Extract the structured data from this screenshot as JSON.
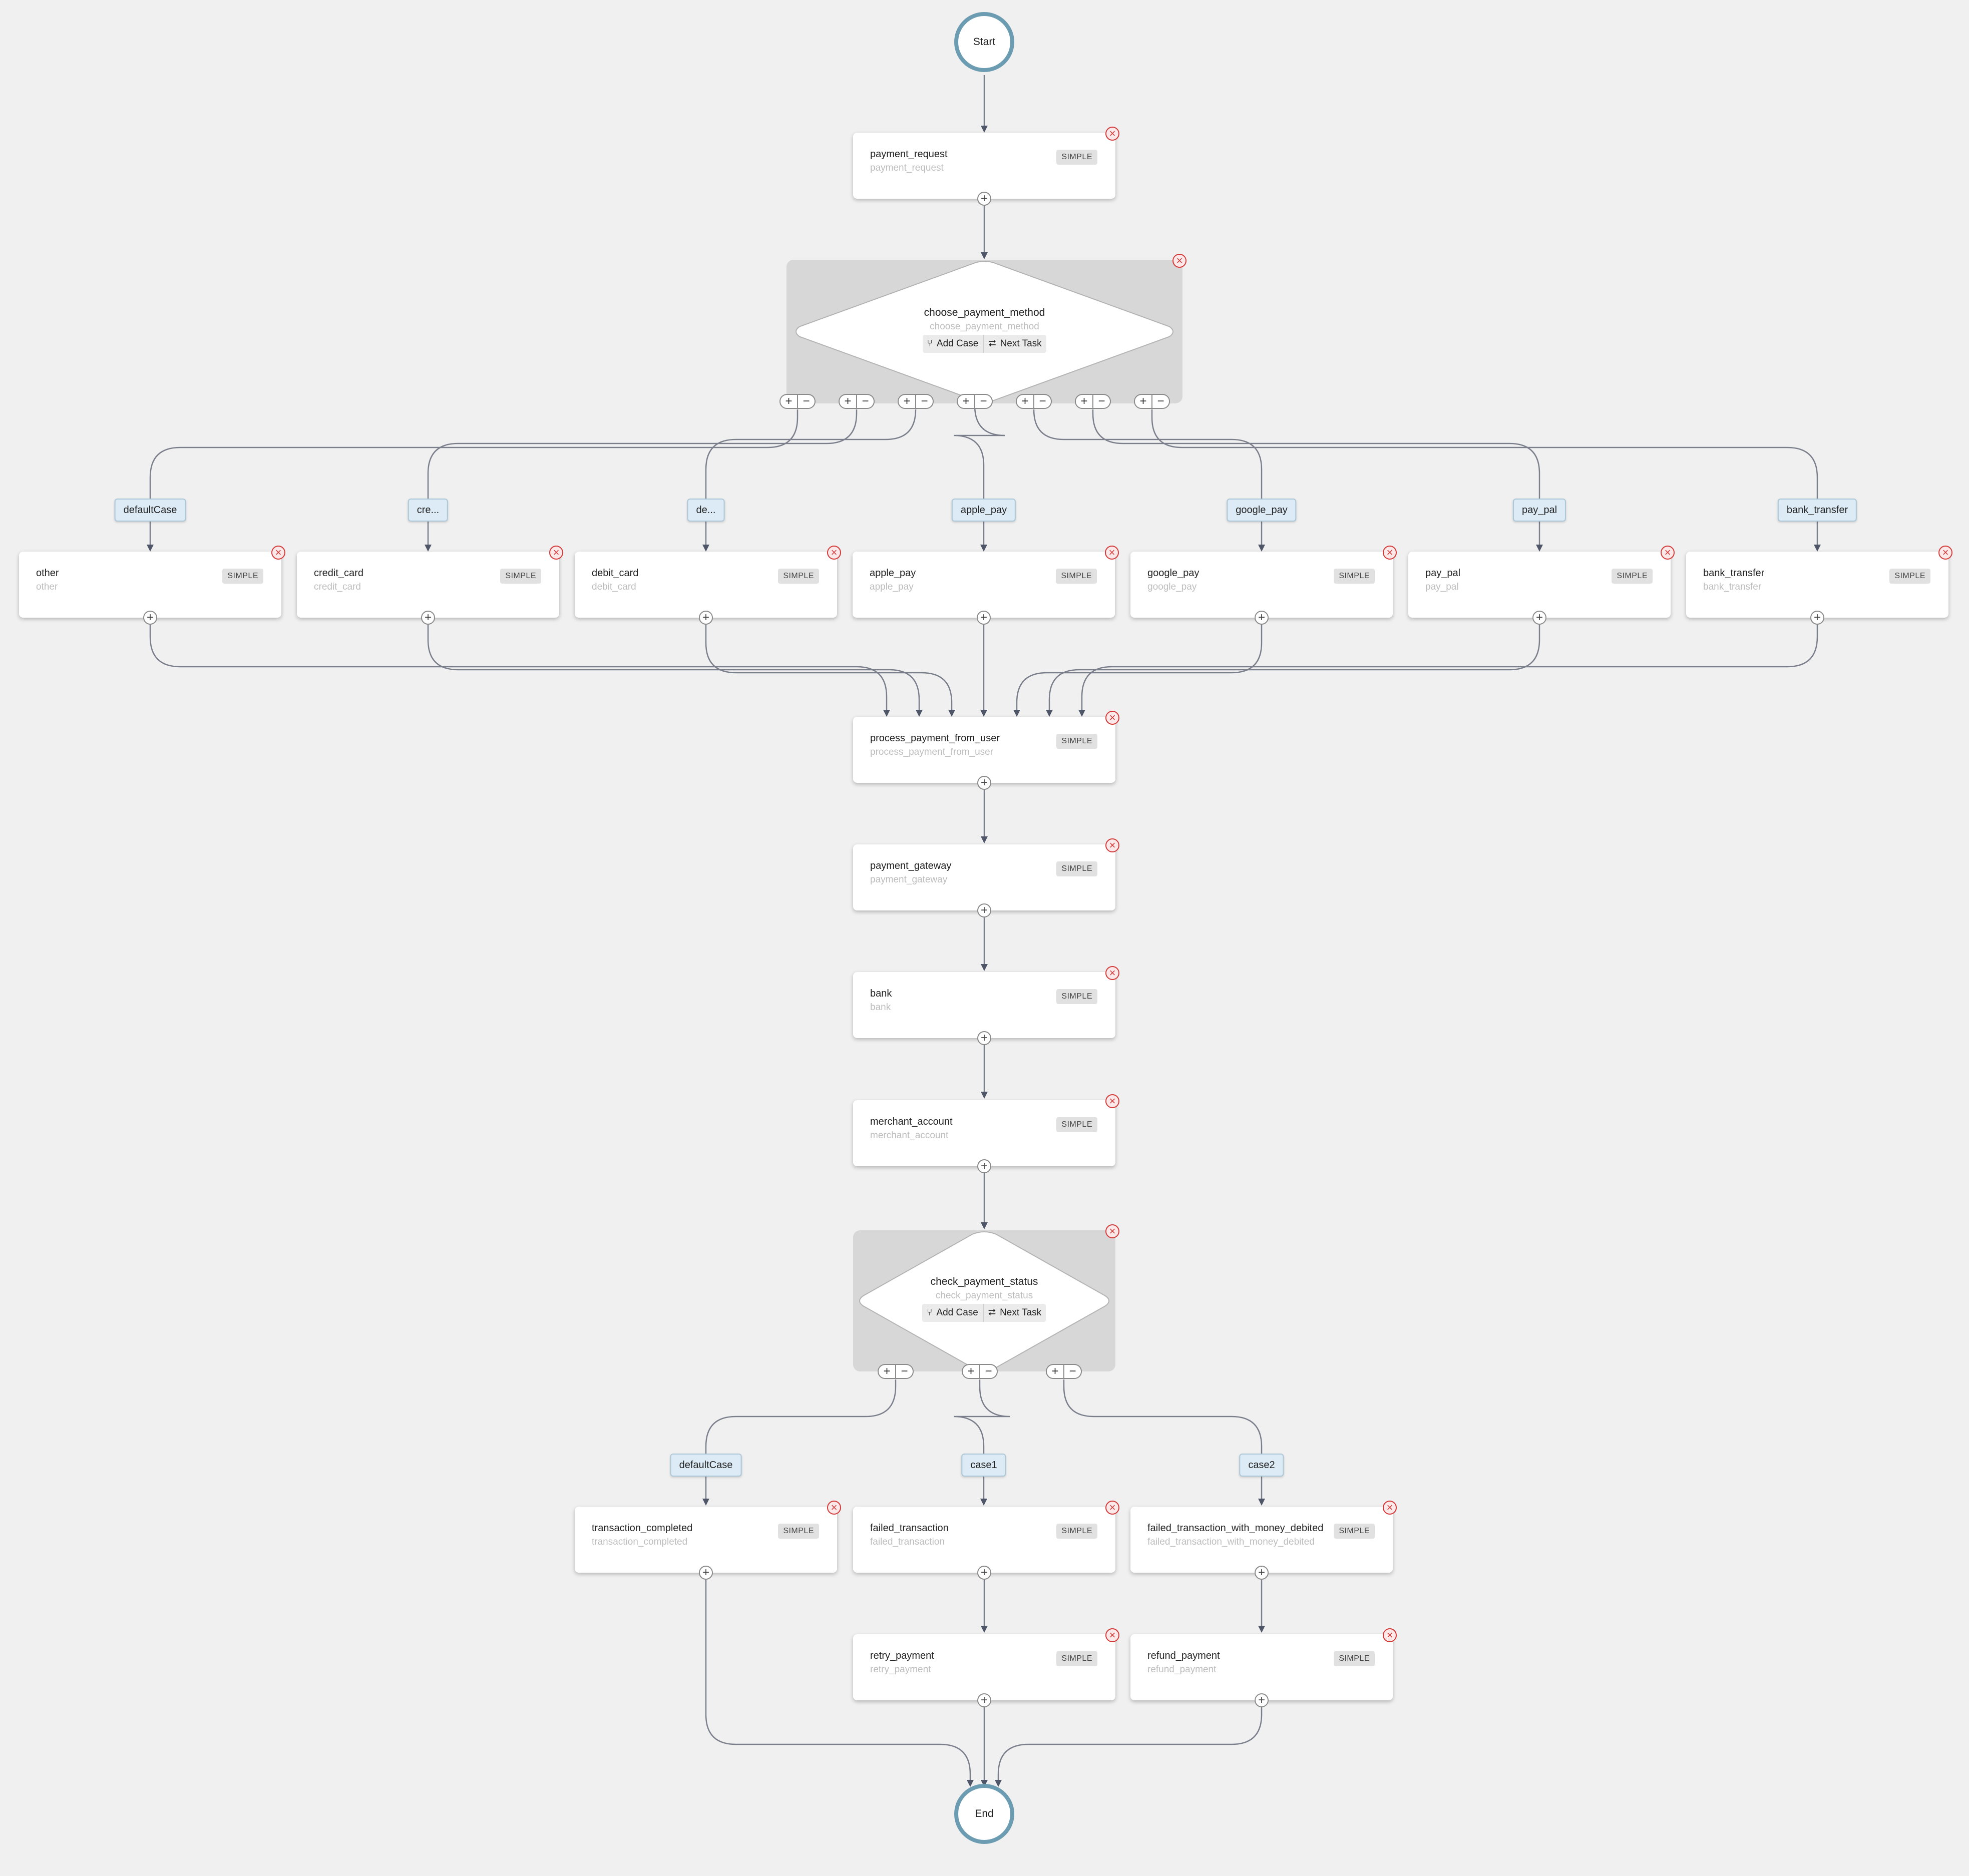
{
  "terminals": {
    "start": "Start",
    "end": "End"
  },
  "task_type_label": "SIMPLE",
  "tasks": {
    "payment_request": {
      "name": "payment_request",
      "ref": "payment_request"
    },
    "other": {
      "name": "other",
      "ref": "other"
    },
    "credit_card": {
      "name": "credit_card",
      "ref": "credit_card"
    },
    "debit_card": {
      "name": "debit_card",
      "ref": "debit_card"
    },
    "apple_pay": {
      "name": "apple_pay",
      "ref": "apple_pay"
    },
    "google_pay": {
      "name": "google_pay",
      "ref": "google_pay"
    },
    "pay_pal": {
      "name": "pay_pal",
      "ref": "pay_pal"
    },
    "bank_transfer": {
      "name": "bank_transfer",
      "ref": "bank_transfer"
    },
    "process_payment_from_user": {
      "name": "process_payment_from_user",
      "ref": "process_payment_from_user"
    },
    "payment_gateway": {
      "name": "payment_gateway",
      "ref": "payment_gateway"
    },
    "bank": {
      "name": "bank",
      "ref": "bank"
    },
    "merchant_account": {
      "name": "merchant_account",
      "ref": "merchant_account"
    },
    "transaction_completed": {
      "name": "transaction_completed",
      "ref": "transaction_completed"
    },
    "failed_transaction": {
      "name": "failed_transaction",
      "ref": "failed_transaction"
    },
    "failed_transaction_with_money_debited": {
      "name": "failed_transaction_with_money_debited",
      "ref": "failed_transaction_with_money_debited"
    },
    "retry_payment": {
      "name": "retry_payment",
      "ref": "retry_payment"
    },
    "refund_payment": {
      "name": "refund_payment",
      "ref": "refund_payment"
    }
  },
  "switches": {
    "choose_payment_method": {
      "name": "choose_payment_method",
      "ref": "choose_payment_method",
      "add_case_label": "Add Case",
      "next_task_label": "Next Task",
      "cases": [
        "defaultCase",
        "cre...",
        "de...",
        "apple_pay",
        "google_pay",
        "pay_pal",
        "bank_transfer"
      ]
    },
    "check_payment_status": {
      "name": "check_payment_status",
      "ref": "check_payment_status",
      "add_case_label": "Add Case",
      "next_task_label": "Next Task",
      "cases": [
        "defaultCase",
        "case1",
        "case2"
      ]
    }
  },
  "icons": {
    "close": "close-icon",
    "add": "plus-icon",
    "remove": "minus-icon",
    "add_case": "fork-icon",
    "next_task": "trophy-icon"
  },
  "colors": {
    "terminal_border": "#6c9cb1",
    "close": "#d43a3a",
    "case_label_bg": "#dcebf5",
    "switch_bg": "#d7d7d7"
  }
}
